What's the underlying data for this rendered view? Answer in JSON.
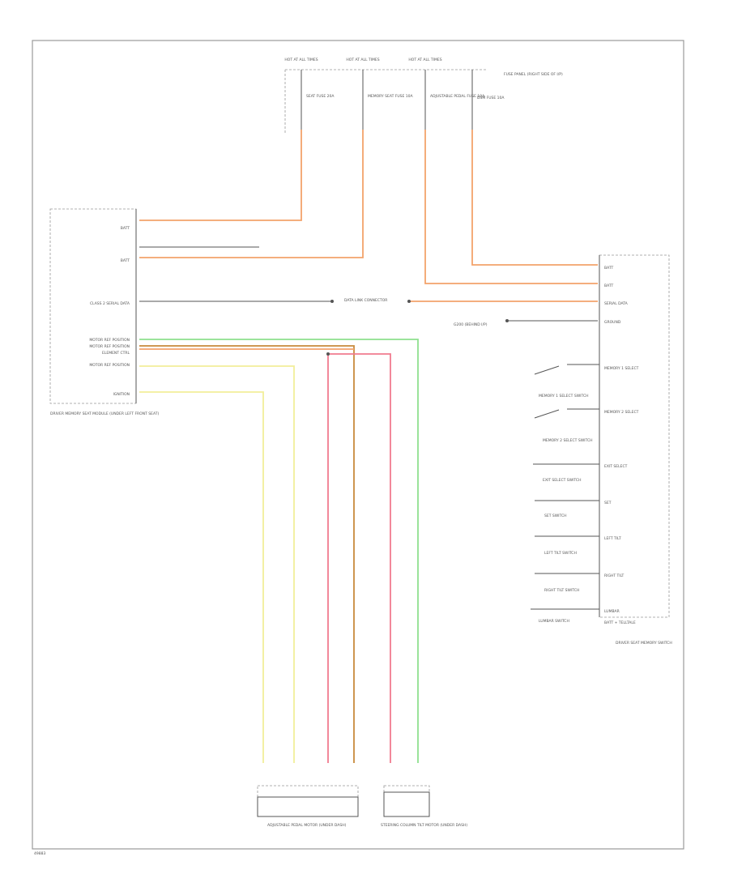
{
  "diagram_id": "49883",
  "fuses": [
    {
      "label": "HOT AT ALL TIMES",
      "fuse": "SEAT FUSE 20A"
    },
    {
      "label": "HOT AT ALL TIMES",
      "fuse": "MEMORY SEAT FUSE 10A"
    },
    {
      "label": "HOT AT ALL TIMES",
      "fuse": "ADJUSTABLE PEDAL FUSE 10A"
    },
    {
      "label": "",
      "fuse": "DSM FUSE 10A"
    }
  ],
  "fuse_note": "FUSE PANEL (RIGHT SIDE OF I/P)",
  "driver_seat_module": {
    "caption": "DRIVER MEMORY SEAT MODULE (UNDER LEFT FRONT SEAT)",
    "pins": [
      "BATT",
      "BATT",
      "CLASS 2 SERIAL DATA",
      "MOTOR REF POSITION",
      "MOTOR REF POSITION",
      "ELEMENT CTRL",
      "MOTOR REF POSITION",
      "IGNITION"
    ]
  },
  "memory_switch": {
    "caption": "DRIVER SEAT MEMORY SWITCH",
    "pins": [
      "BATT",
      "BATT",
      "SERIAL DATA",
      "GROUND",
      "MEMORY 1 SELECT",
      "MEMORY 2 SELECT",
      "EXIT SELECT",
      "SET",
      "LEFT TILT",
      "RIGHT TILT",
      "LUMBAR",
      "BATT + TELLTALE"
    ],
    "switch_labels": [
      "MEMORY 1 SELECT SWITCH",
      "MEMORY 2 SELECT SWITCH",
      "EXIT SELECT SWITCH",
      "SET SWITCH",
      "LEFT TILT SWITCH",
      "RIGHT TILT SWITCH",
      "LUMBAR SWITCH"
    ]
  },
  "bottom_components": [
    {
      "caption": "ADJUSTABLE PEDAL MOTOR (UNDER DASH)"
    },
    {
      "caption": "STEERING COLUMN TILT MOTOR (UNDER DASH)"
    }
  ],
  "junction_label": "DATA LINK CONNECTOR",
  "ground_label": "G200 (BEHIND I/P)",
  "wire_colors": {
    "orange": "#f3a36b",
    "green": "#8fe08f",
    "brown": "#c88a3c",
    "red": "#f07b8f",
    "yellow": "#f2ee9a",
    "black": "#555555"
  }
}
